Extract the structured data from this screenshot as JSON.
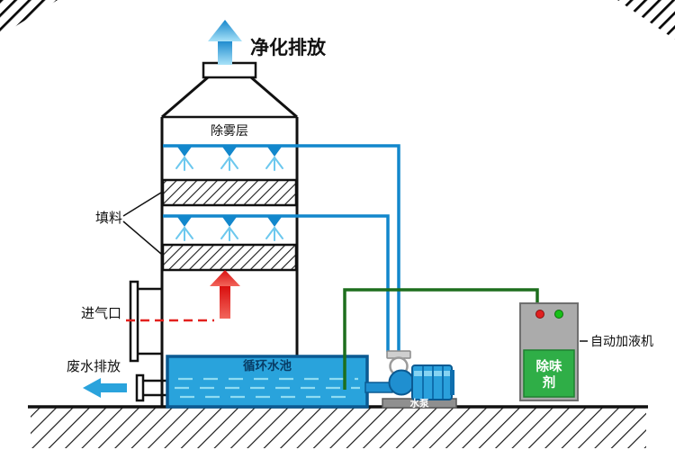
{
  "diagram": {
    "labels": {
      "purified_exhaust": "净化排放",
      "demister": "除雾层",
      "packing": "填料",
      "air_inlet": "进气口",
      "wastewater": "废水排放",
      "tank": "循环水池",
      "pump": "水泵",
      "doser": "自动加液机",
      "deodorant_line1": "除味",
      "deodorant_line2": "剂"
    },
    "colors": {
      "ink": "#111111",
      "pipe_blue": "#1287cc",
      "spray_blue": "#6cc8ee",
      "arrow_blue_top": "#1586cc",
      "arrow_blue_bottom": "#a8e2f8",
      "flow_red": "#e3211e",
      "pipe_green": "#1d6e1d",
      "tank_fill": "#29a3dc",
      "tank_border": "#0b5a92",
      "ripple_blue": "#8fdcf2",
      "pump_blue": "#2aa0dc",
      "doser_gray": "#ababab",
      "doser_green": "#2fae47",
      "indicator_red": "#e02020",
      "indicator_green": "#18c018"
    }
  }
}
